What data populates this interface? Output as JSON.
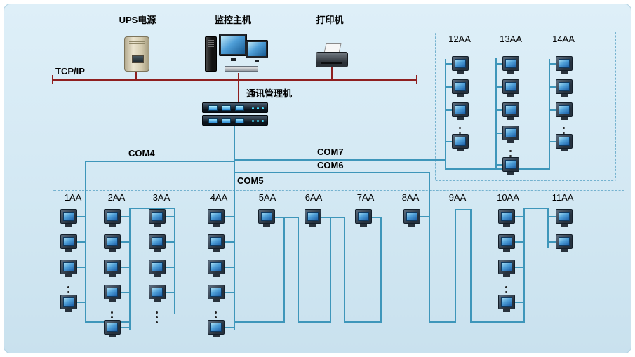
{
  "header": {
    "ups_label": "UPS电源",
    "host_label": "监控主机",
    "printer_label": "打印机",
    "network_label": "TCP/IP",
    "comm_manager_label": "通讯管理机"
  },
  "com_ports": {
    "com4": "COM4",
    "com5": "COM5",
    "com6": "COM6",
    "com7": "COM7"
  },
  "top_right_group": {
    "columns": [
      {
        "label": "12AA",
        "pattern": [
          "meter",
          "meter",
          "meter",
          "dots",
          "meter"
        ]
      },
      {
        "label": "13AA",
        "pattern": [
          "meter",
          "meter",
          "meter",
          "meter",
          "dots",
          "meter"
        ]
      },
      {
        "label": "14AA",
        "pattern": [
          "meter",
          "meter",
          "meter",
          "dots",
          "meter"
        ]
      }
    ]
  },
  "bottom_group": {
    "columns": [
      {
        "label": "1AA",
        "pattern": [
          "meter",
          "meter",
          "meter",
          "dots",
          "meter"
        ]
      },
      {
        "label": "2AA",
        "pattern": [
          "meter",
          "meter",
          "meter",
          "meter",
          "dots",
          "meter"
        ]
      },
      {
        "label": "3AA",
        "pattern": [
          "meter",
          "meter",
          "meter",
          "meter",
          "dots"
        ]
      },
      {
        "label": "4AA",
        "pattern": [
          "meter",
          "meter",
          "meter",
          "meter",
          "dots",
          "meter"
        ]
      },
      {
        "label": "5AA",
        "pattern": [
          "meter"
        ]
      },
      {
        "label": "6AA",
        "pattern": [
          "meter"
        ]
      },
      {
        "label": "7AA",
        "pattern": [
          "meter"
        ]
      },
      {
        "label": "8AA",
        "pattern": [
          "meter"
        ]
      },
      {
        "label": "9AA",
        "pattern": []
      },
      {
        "label": "10AA",
        "pattern": [
          "meter",
          "meter",
          "meter",
          "dots",
          "meter"
        ]
      },
      {
        "label": "11AA",
        "pattern": [
          "meter",
          "meter"
        ]
      }
    ]
  },
  "colors": {
    "wire": "#3e96ba",
    "bus": "#8f1f1f",
    "box_border": "#74b2cf"
  }
}
